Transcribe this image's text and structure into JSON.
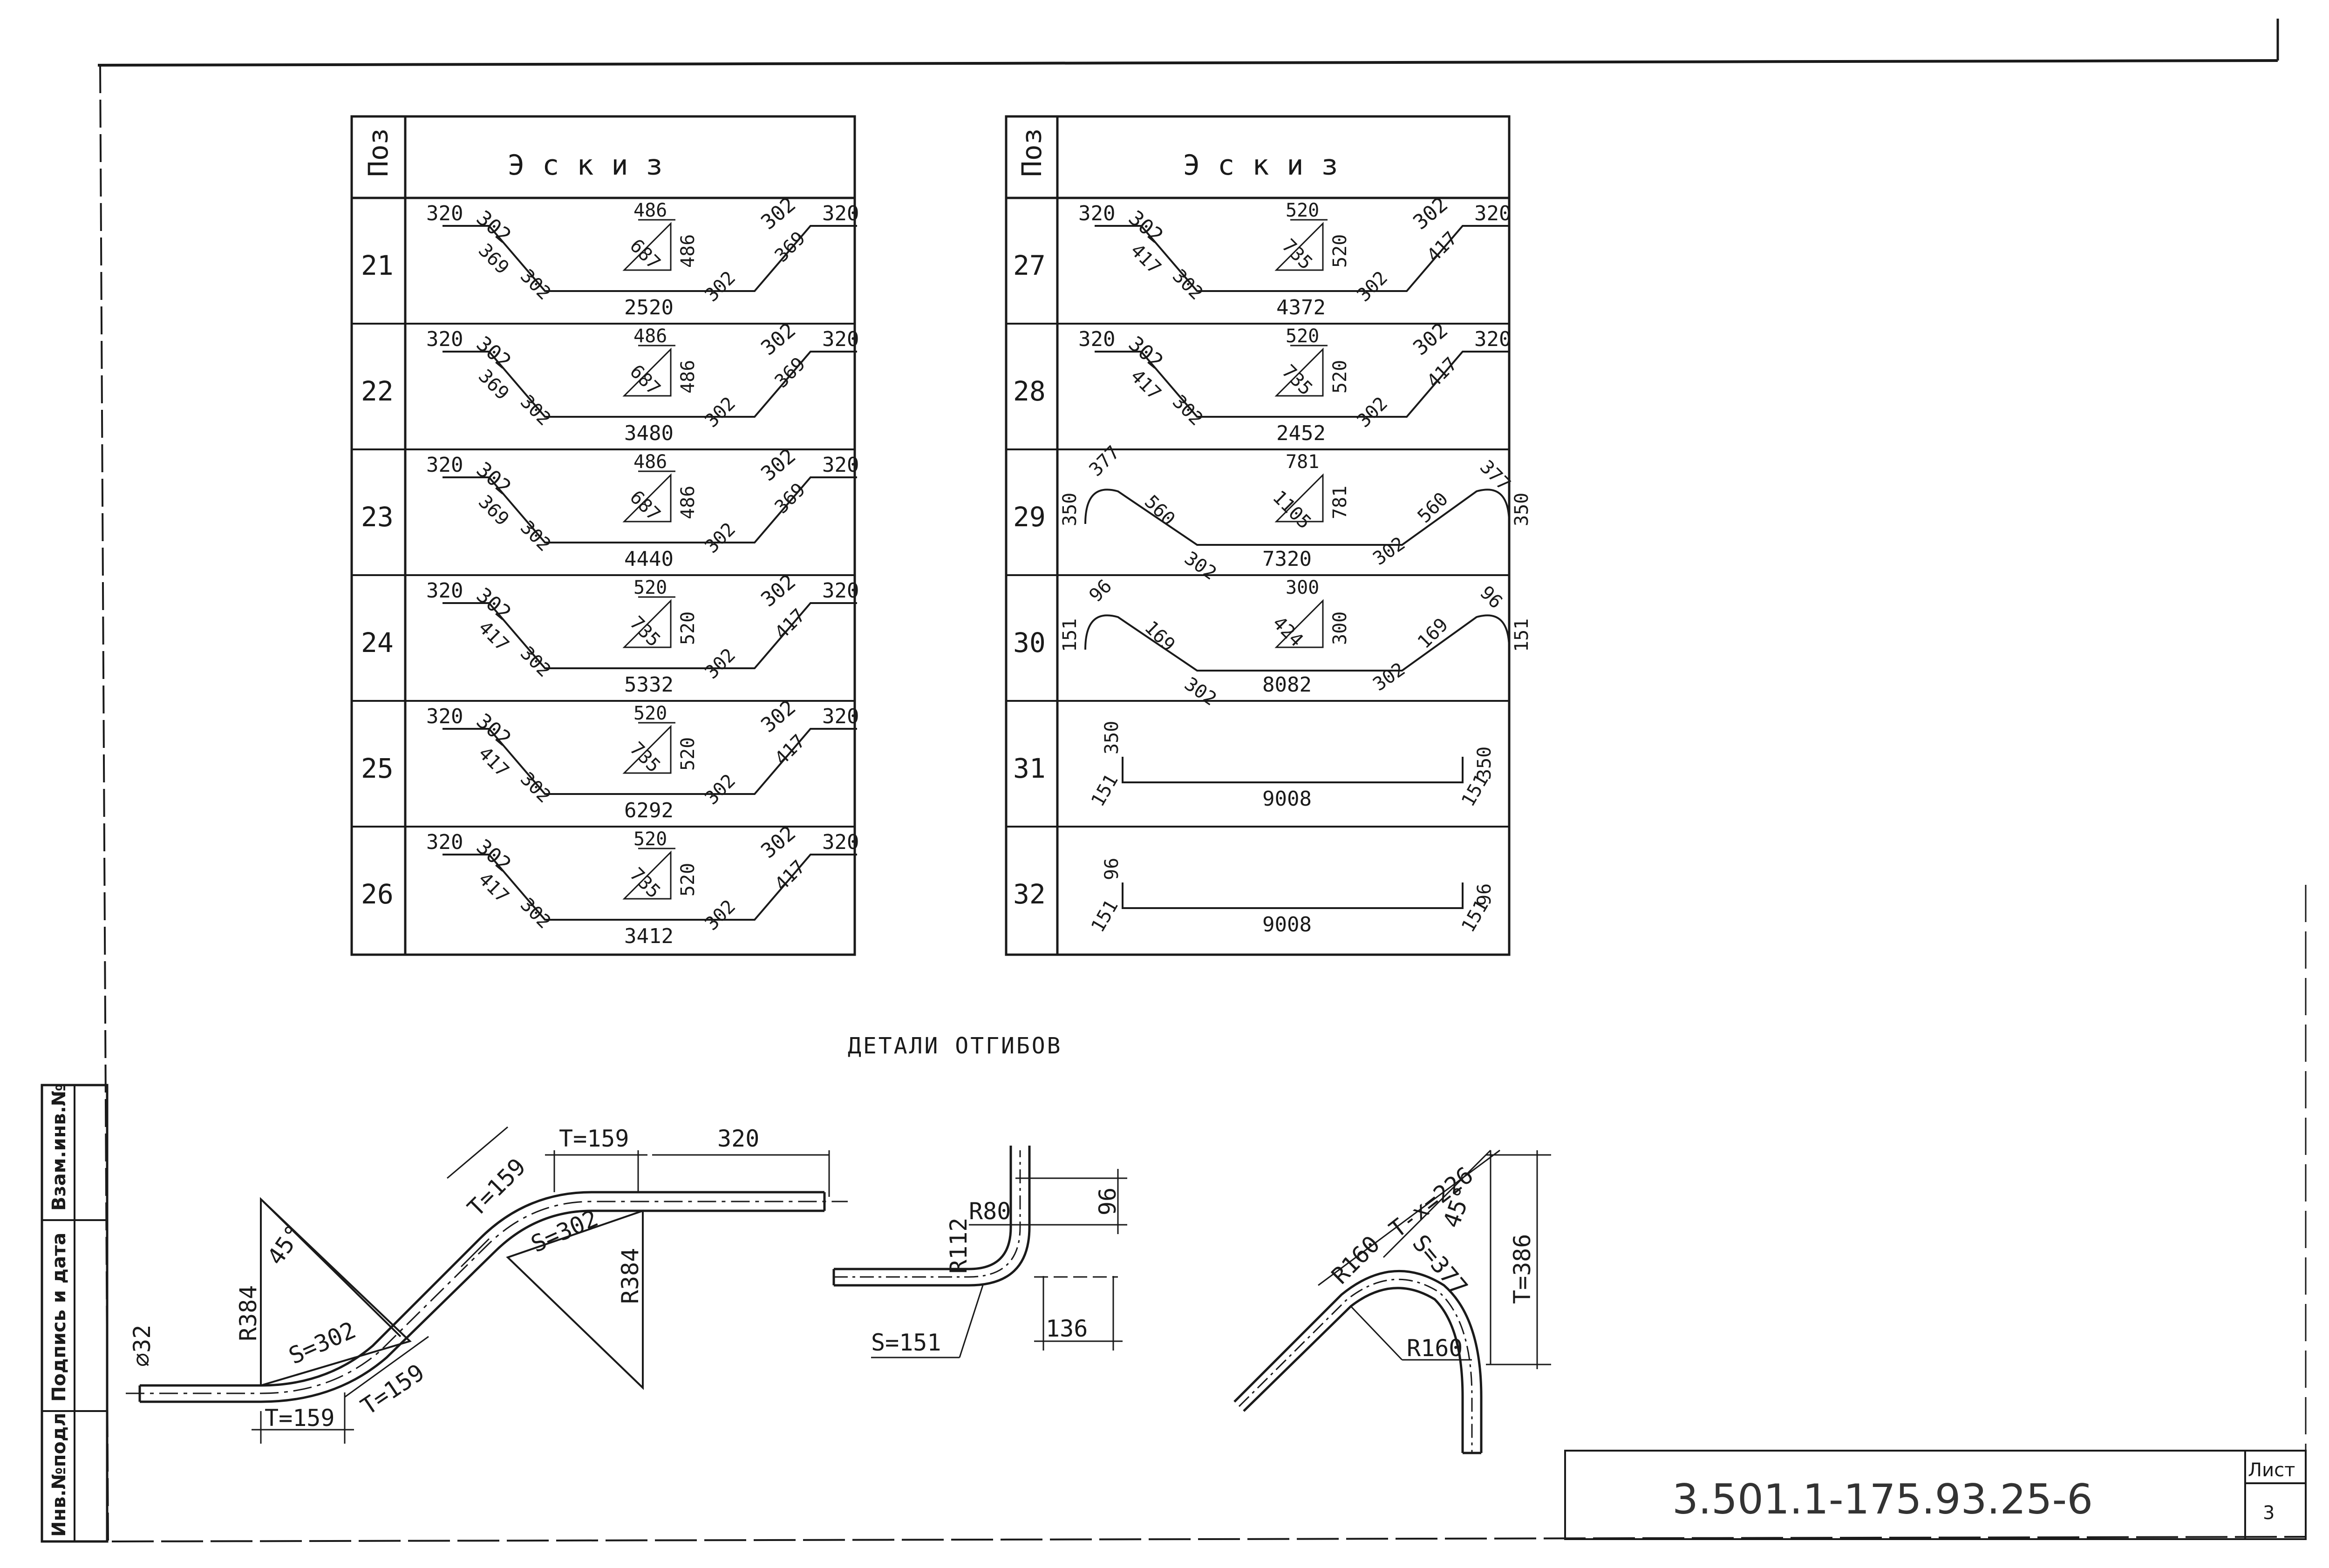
{
  "table_left": {
    "header_pos": "Поз",
    "header_sketch": "Эскиз",
    "rows": [
      {
        "pos": "21",
        "ends": "320",
        "side": "302",
        "diag": "369",
        "bend": "302",
        "bottom": "2520",
        "tri_top": "486",
        "tri_right": "486",
        "tri_hyp": "687"
      },
      {
        "pos": "22",
        "ends": "320",
        "side": "302",
        "diag": "369",
        "bend": "302",
        "bottom": "3480",
        "tri_top": "486",
        "tri_right": "486",
        "tri_hyp": "687"
      },
      {
        "pos": "23",
        "ends": "320",
        "side": "302",
        "diag": "369",
        "bend": "302",
        "bottom": "4440",
        "tri_top": "486",
        "tri_right": "486",
        "tri_hyp": "687"
      },
      {
        "pos": "24",
        "ends": "320",
        "side": "302",
        "diag": "417",
        "bend": "302",
        "bottom": "5332",
        "tri_top": "520",
        "tri_right": "520",
        "tri_hyp": "735"
      },
      {
        "pos": "25",
        "ends": "320",
        "side": "302",
        "diag": "417",
        "bend": "302",
        "bottom": "6292",
        "tri_top": "520",
        "tri_right": "520",
        "tri_hyp": "735"
      },
      {
        "pos": "26",
        "ends": "320",
        "side": "302",
        "diag": "417",
        "bend": "302",
        "bottom": "3412",
        "tri_top": "520",
        "tri_right": "520",
        "tri_hyp": "735"
      }
    ]
  },
  "table_right": {
    "header_pos": "Поз",
    "header_sketch": "Эскиз",
    "rows": [
      {
        "pos": "27",
        "ends": "320",
        "side": "302",
        "diag": "417",
        "bend": "302",
        "bottom": "4372",
        "tri_top": "520",
        "tri_right": "520",
        "tri_hyp": "735"
      },
      {
        "pos": "28",
        "ends": "320",
        "side": "302",
        "diag": "417",
        "bend": "302",
        "bottom": "2452",
        "tri_top": "520",
        "tri_right": "520",
        "tri_hyp": "735"
      },
      {
        "pos": "29",
        "hook": "350",
        "arc": "377",
        "diag": "560",
        "bend": "302",
        "bottom": "7320",
        "tri_top": "781",
        "tri_right": "781",
        "tri_hyp": "1105"
      },
      {
        "pos": "30",
        "hook": "151",
        "arc": "96",
        "diag": "169",
        "bend": "302",
        "bottom": "8082",
        "tri_top": "300",
        "tri_right": "300",
        "tri_hyp": "424"
      },
      {
        "pos": "31",
        "leg": "350",
        "bend": "151",
        "bottom": "9008"
      },
      {
        "pos": "32",
        "leg": "96",
        "bend": "151",
        "bottom": "9008"
      }
    ]
  },
  "details": {
    "title": "ДЕТАЛИ ОТГИБОВ",
    "d1": {
      "dia": "∅32",
      "t1": "T=159",
      "s1": "S=302",
      "t2": "T=159",
      "t3": "T=159",
      "s2": "S=302",
      "t4": "T=159",
      "len": "320",
      "angle": "45°",
      "r1": "R384",
      "r2": "R384"
    },
    "d2": {
      "r80": "R80",
      "r112": "R112",
      "v": "96",
      "s": "S=151",
      "h": "136"
    },
    "d3": {
      "r1": "R160",
      "tx": "T-x=226",
      "angle": "45°",
      "s": "S=377",
      "t": "T=386",
      "r2": "R160"
    }
  },
  "side_stamp": {
    "col1": "Взам.инв.№",
    "col2": "Подпись и дата",
    "col3": "Инв.№подл"
  },
  "title_block": {
    "code": "3.501.1-175.93.25-6",
    "sheet_label": "Лист",
    "sheet_no": "3"
  }
}
